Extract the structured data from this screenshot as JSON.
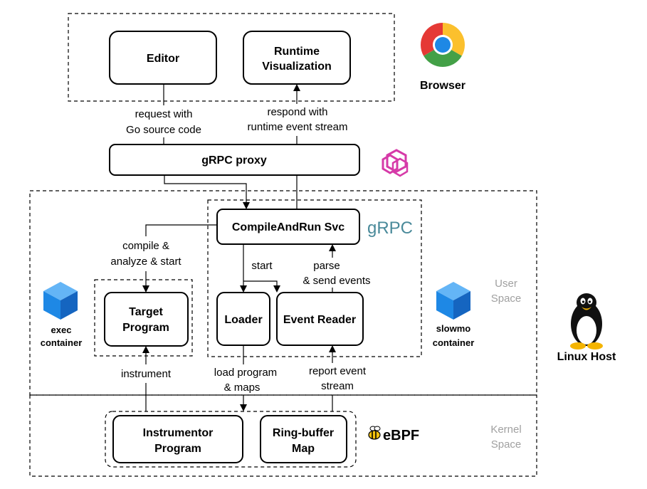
{
  "boxes": {
    "editor": "Editor",
    "runtime_vis": [
      "Runtime",
      "Visualization"
    ],
    "grpc_proxy": "gRPC proxy",
    "compile_run": "CompileAndRun Svc",
    "target_program": [
      "Target",
      "Program"
    ],
    "loader": "Loader",
    "event_reader": "Event Reader",
    "instrumentor": [
      "Instrumentor",
      "Program"
    ],
    "ringbuffer": [
      "Ring-buffer",
      "Map"
    ]
  },
  "edges": {
    "request": [
      "request with",
      "Go source code"
    ],
    "respond": [
      "respond with",
      "runtime event stream"
    ],
    "compile": [
      "compile &",
      "analyze & start"
    ],
    "start": "start",
    "parse": [
      "parse",
      "& send events"
    ],
    "instrument": "instrument",
    "load": [
      "load program",
      "& maps"
    ],
    "report": [
      "report event",
      "stream"
    ]
  },
  "labels": {
    "browser": "Browser",
    "exec_container": [
      "exec",
      "container"
    ],
    "slowmo_container": [
      "slowmo",
      "container"
    ],
    "linux_host": "Linux Host",
    "user_space": [
      "User",
      "Space"
    ],
    "kernel_space": [
      "Kernel",
      "Space"
    ],
    "grpc_logo": "gRPC",
    "ebpf_logo": "eBPF"
  },
  "colors": {
    "envoy": "#d63aa8",
    "cube": "#1e88e5",
    "region_text": "#a0a0a0",
    "grpc_logo": "#4a8a9a"
  }
}
